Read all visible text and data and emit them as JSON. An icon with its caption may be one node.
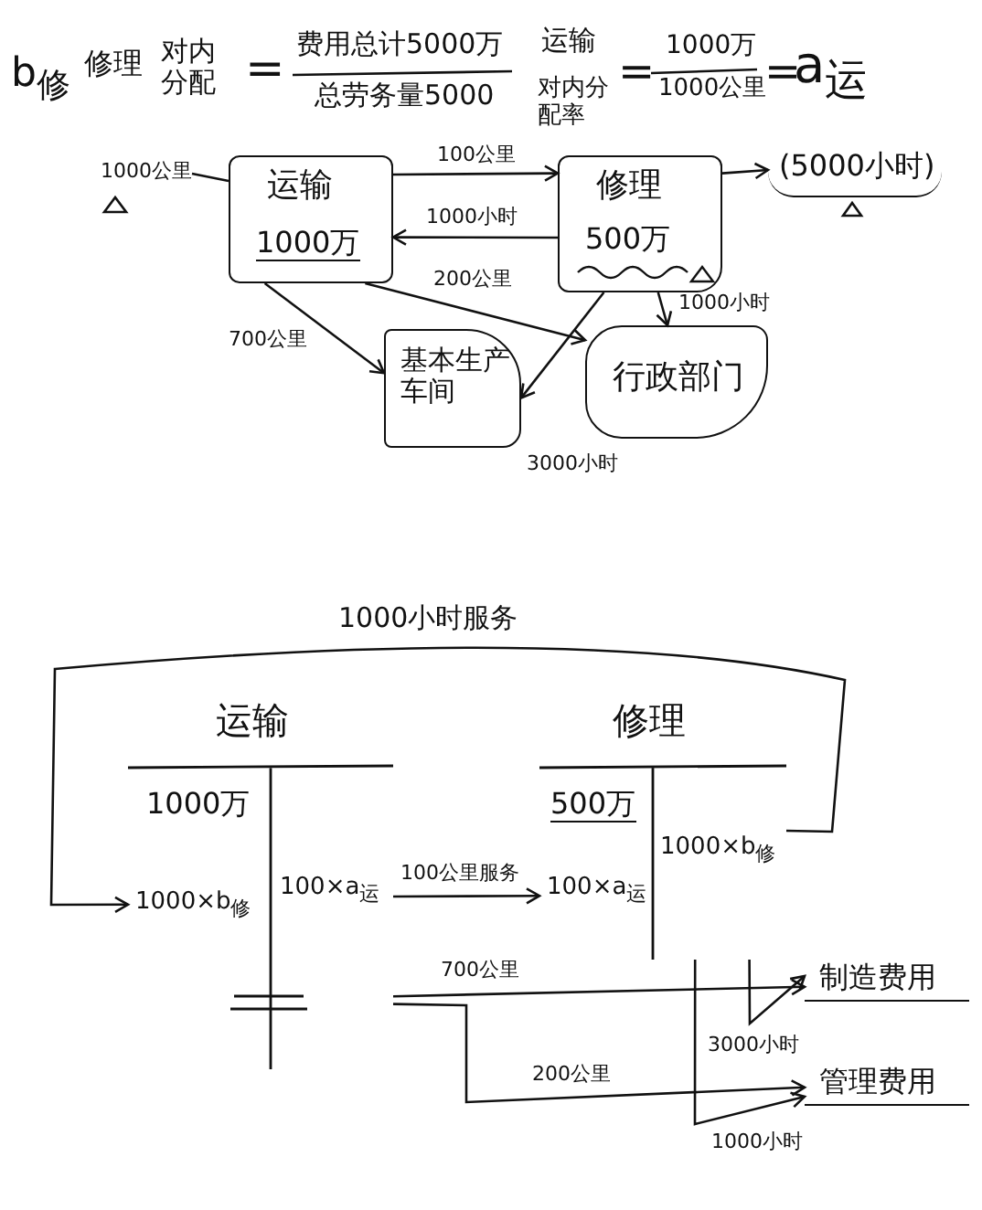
{
  "diagram": {
    "nodes": [
      {
        "text": [
          "运输",
          "1000万"
        ]
      },
      {
        "text": [
          "修理",
          "500万"
        ]
      },
      {
        "text": [
          "(5000小时)"
        ]
      },
      {
        "text": [
          "基本生产车间"
        ]
      },
      {
        "text": [
          "行政部门"
        ]
      },
      {
        "text": [
          "1000公里"
        ]
      },
      {
        "text": [
          "运输",
          "1000万",
          "1000×b$_{修}$",
          "100×a$_{运}$"
        ]
      },
      {
        "text": [
          "修理",
          "500万",
          "100×a$_{运}$",
          "1000×b$_{修}$"
        ]
      },
      {
        "text": [
          "制造费用"
        ]
      },
      {
        "text": [
          "管理费用"
        ]
      }
    ],
    "edges": [
      {
        "from": 5,
        "to": 0,
        "arrow": "none"
      },
      {
        "from": 0,
        "to": 1,
        "arrow": "to",
        "label": "100公里"
      },
      {
        "from": 1,
        "to": 0,
        "arrow": "to",
        "label": "1000小时"
      },
      {
        "from": 1,
        "to": 2,
        "arrow": "to"
      },
      {
        "from": 0,
        "to": 3,
        "arrow": "to",
        "label": "700公里"
      },
      {
        "from": 0,
        "to": 4,
        "arrow": "to",
        "label": "200公里"
      },
      {
        "from": 1,
        "to": 3,
        "arrow": "to",
        "label": "3000小时"
      },
      {
        "from": 1,
        "to": 4,
        "arrow": "to",
        "label": "1000小时"
      },
      {
        "from": 6,
        "to": 7,
        "arrow": "to",
        "label": "100公里服务"
      },
      {
        "from": 7,
        "to": 6,
        "arrow": "to",
        "label": "1000小时服务"
      },
      {
        "from": 6,
        "to": 8,
        "arrow": "to",
        "label": "700公里"
      },
      {
        "from": 6,
        "to": 9,
        "arrow": "to",
        "label": "200公里"
      },
      {
        "from": 7,
        "to": 8,
        "arrow": "to",
        "label": "3000小时"
      },
      {
        "from": 7,
        "to": 9,
        "arrow": "to",
        "label": "1000小时"
      }
    ],
    "labels": [
      "b$_{修}$",
      "修理",
      "对内分配",
      "=",
      "费用总计5000万",
      "总劳务量5000",
      "运输",
      "对内分配率",
      "=",
      "1000万",
      "1000公里",
      "=",
      "a$_{运}$"
    ]
  }
}
